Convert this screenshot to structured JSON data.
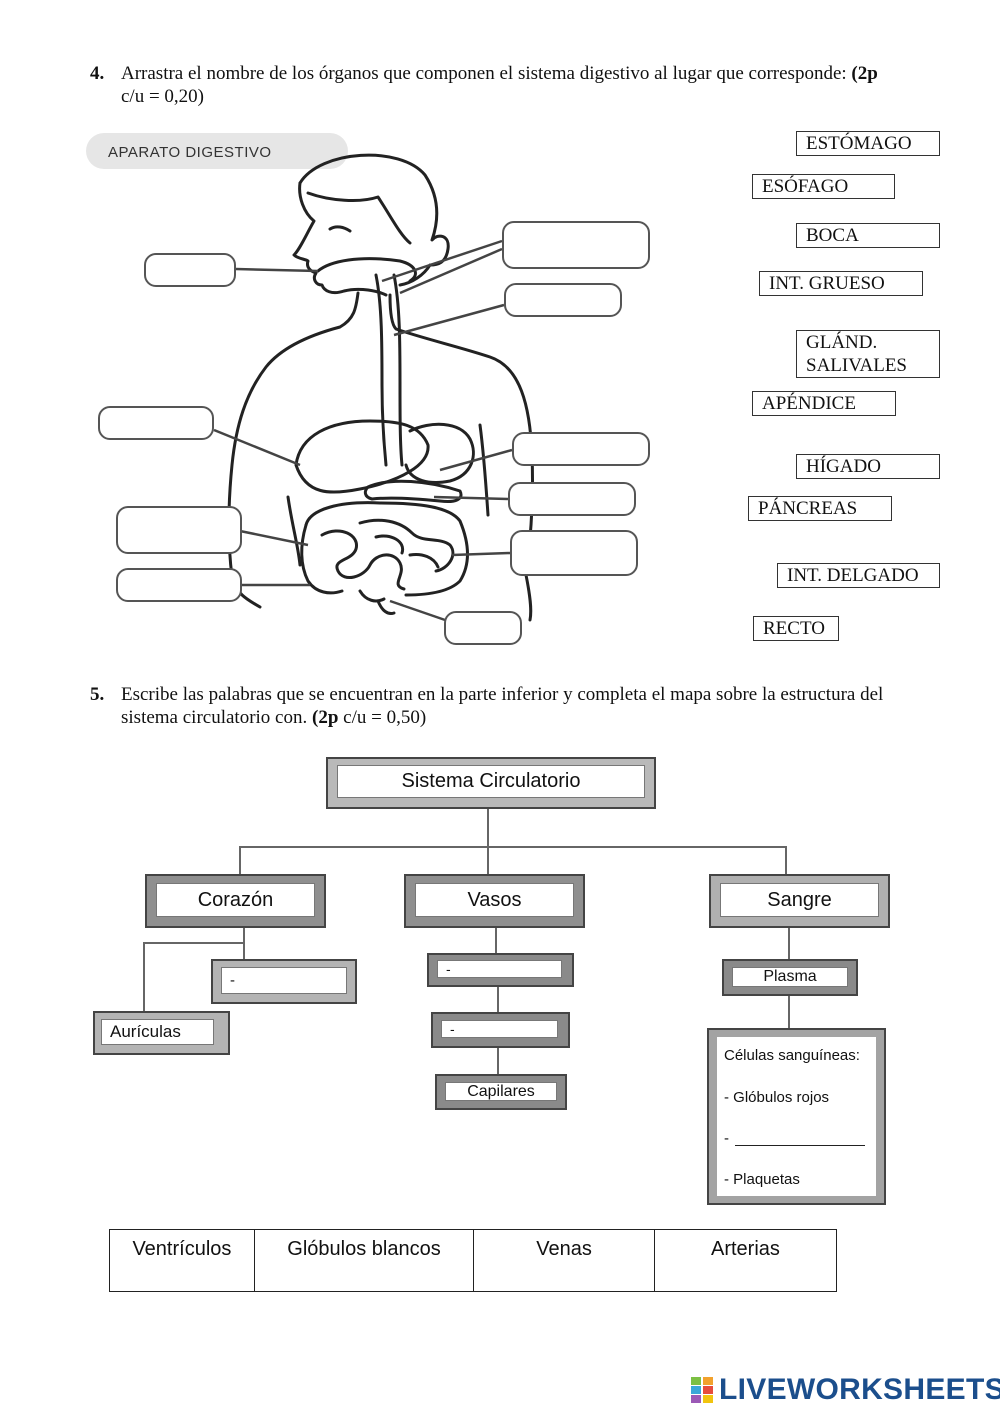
{
  "q4": {
    "number": "4.",
    "text": "Arrastra el nombre de los órganos que componen el sistema digestivo al lugar que corresponde:",
    "points": "(2p",
    "points_rest": "c/u = 0,20)"
  },
  "diagram": {
    "title": "APARATO DIGESTIVO"
  },
  "word_bank": [
    "ESTÓMAGO",
    "ESÓFAGO",
    "BOCA",
    "INT. GRUESO",
    "GLÁND. SALIVALES",
    "APÉNDICE",
    "HÍGADO",
    "PÁNCREAS",
    "INT. DELGADO",
    "RECTO"
  ],
  "q5": {
    "number": "5.",
    "text": "Escribe las palabras que se encuentran en la parte inferior y completa el mapa sobre la estructura del sistema circulatorio con.",
    "points": "(2p",
    "points_rest": "c/u = 0,50)"
  },
  "map": {
    "root": "Sistema Circulatorio",
    "corazon": "Corazón",
    "vasos": "Vasos",
    "sangre": "Sangre",
    "corazon_blank": "-",
    "auriculas": "Aurículas",
    "vasos_blank1": "-",
    "vasos_blank2": "-",
    "capilares": "Capilares",
    "plasma": "Plasma",
    "cells_title": "Células sanguíneas:",
    "cells_item1": "-  Glóbulos rojos",
    "cells_item2": "-",
    "cells_item3": "-  Plaquetas"
  },
  "answer_words": [
    "Ventrículos",
    "Glóbulos blancos",
    "Venas",
    "Arterias"
  ],
  "footer": {
    "logo_text": "LIVEWORKSHEETS"
  }
}
